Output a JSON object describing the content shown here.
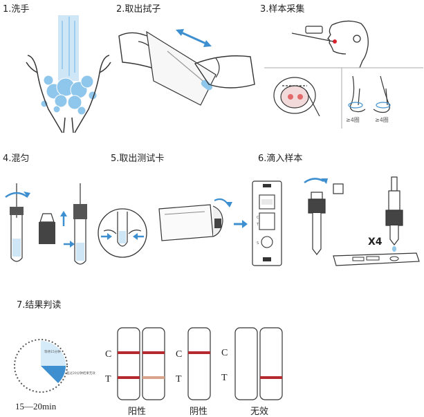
{
  "steps": [
    {
      "label": "1.洗手"
    },
    {
      "label": "2.取出拭子"
    },
    {
      "label": "3.样本采集"
    },
    {
      "label": "4.混匀"
    },
    {
      "label": "5.取出测试卡"
    },
    {
      "label": "6.滴入样本"
    },
    {
      "label": "7.结果判读"
    }
  ],
  "nostril_counts": [
    "≥4圈",
    "≥4圈"
  ],
  "drops": "X4",
  "card_marks": {
    "c": "C",
    "t": "T",
    "s": "S"
  },
  "timer": {
    "label": "15—20min",
    "inner_text": "等待15分钟",
    "outer_text": "超过20分钟结果无效",
    "fraction": 0.25
  },
  "results": {
    "c_letter": "C",
    "t_letter": "T",
    "positive": "阳性",
    "negative": "阴性",
    "invalid": "无效"
  },
  "colors": {
    "line_red": "#b52a2e",
    "line_faint": "#d9a48c",
    "arrow_blue": "#3d8fd0",
    "bubble_blue": "#8fc6ec"
  }
}
